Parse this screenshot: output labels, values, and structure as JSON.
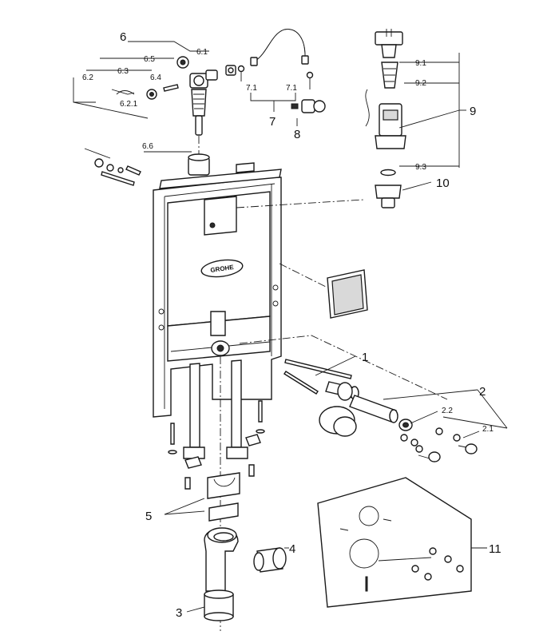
{
  "brand_logo": "GROHE",
  "callouts": [
    {
      "id": "c1",
      "text": "1"
    },
    {
      "id": "c2",
      "text": "2"
    },
    {
      "id": "c2_1",
      "text": "2.1"
    },
    {
      "id": "c2_2",
      "text": "2.2"
    },
    {
      "id": "c3",
      "text": "3"
    },
    {
      "id": "c4",
      "text": "4"
    },
    {
      "id": "c5",
      "text": "5"
    },
    {
      "id": "c6",
      "text": "6"
    },
    {
      "id": "c6_1",
      "text": "6.1"
    },
    {
      "id": "c6_2",
      "text": "6.2"
    },
    {
      "id": "c6_2_1",
      "text": "6.2.1"
    },
    {
      "id": "c6_3",
      "text": "6.3"
    },
    {
      "id": "c6_4",
      "text": "6.4"
    },
    {
      "id": "c6_5",
      "text": "6.5"
    },
    {
      "id": "c6_6",
      "text": "6.6"
    },
    {
      "id": "c7",
      "text": "7"
    },
    {
      "id": "c7_1a",
      "text": "7.1"
    },
    {
      "id": "c7_1b",
      "text": "7.1"
    },
    {
      "id": "c8",
      "text": "8"
    },
    {
      "id": "c9",
      "text": "9"
    },
    {
      "id": "c9_1",
      "text": "9.1"
    },
    {
      "id": "c9_2",
      "text": "9.2"
    },
    {
      "id": "c9_3",
      "text": "9.3"
    },
    {
      "id": "c10",
      "text": "10"
    },
    {
      "id": "c11",
      "text": "11"
    }
  ]
}
